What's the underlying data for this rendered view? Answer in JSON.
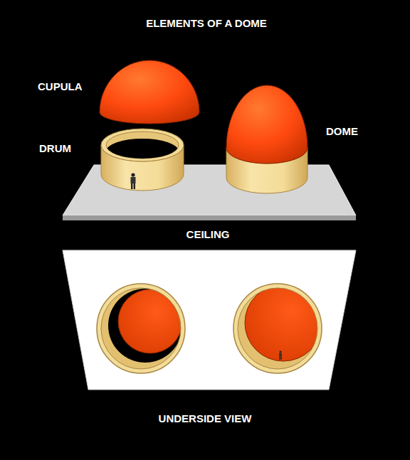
{
  "diagram": {
    "title": "ELEMENTS OF A DOME",
    "labels": [
      "CUPULA",
      "DRUM",
      "DOME",
      "CEILING",
      "UNDERSIDE VIEW"
    ]
  }
}
